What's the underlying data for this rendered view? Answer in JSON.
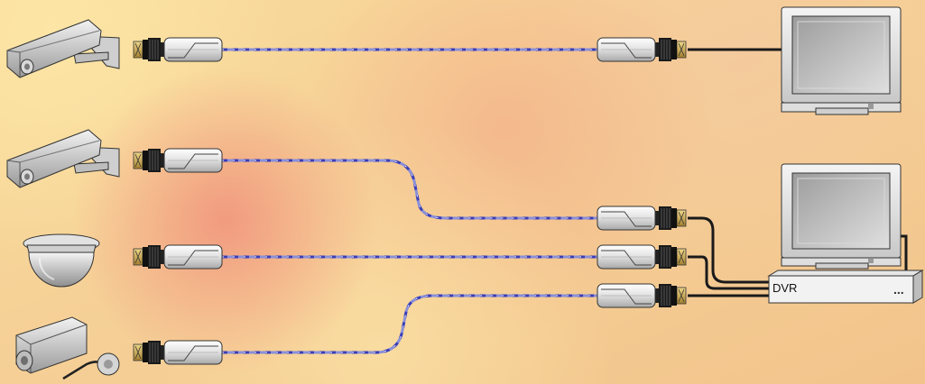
{
  "diagram": {
    "background": {
      "base": "#f6d69a",
      "glows": [
        "#f2a27a",
        "#f4b27e",
        "#fbe7b0"
      ]
    },
    "colors": {
      "twisted_pair_a": "#3b3fb8",
      "twisted_pair_b": "#8a8fd8",
      "coax": "#1a1a1a",
      "balun_body": "#e6e6e6",
      "bnc_metal": "#c9a64a",
      "device_grey": "#cfcfcf",
      "monitor_screen": "#b4b4b4"
    },
    "dvr": {
      "label": "DVR",
      "indicator": "..."
    },
    "icons": {
      "cameras": [
        "bullet-camera-icon",
        "bullet-camera-icon",
        "dome-camera-icon",
        "box-camera-icon"
      ],
      "displays": [
        "crt-monitor-icon",
        "crt-monitor-icon"
      ],
      "recorder": "dvr-icon",
      "connectors": [
        "bnc-connector-icon",
        "video-balun-icon"
      ]
    },
    "links": [
      {
        "from": "camera-1",
        "to": "monitor-1",
        "medium": "twisted-pair"
      },
      {
        "from": "camera-2",
        "to": "dvr",
        "medium": "twisted-pair"
      },
      {
        "from": "camera-3",
        "to": "dvr",
        "medium": "twisted-pair"
      },
      {
        "from": "camera-4",
        "to": "dvr",
        "medium": "twisted-pair"
      }
    ]
  }
}
